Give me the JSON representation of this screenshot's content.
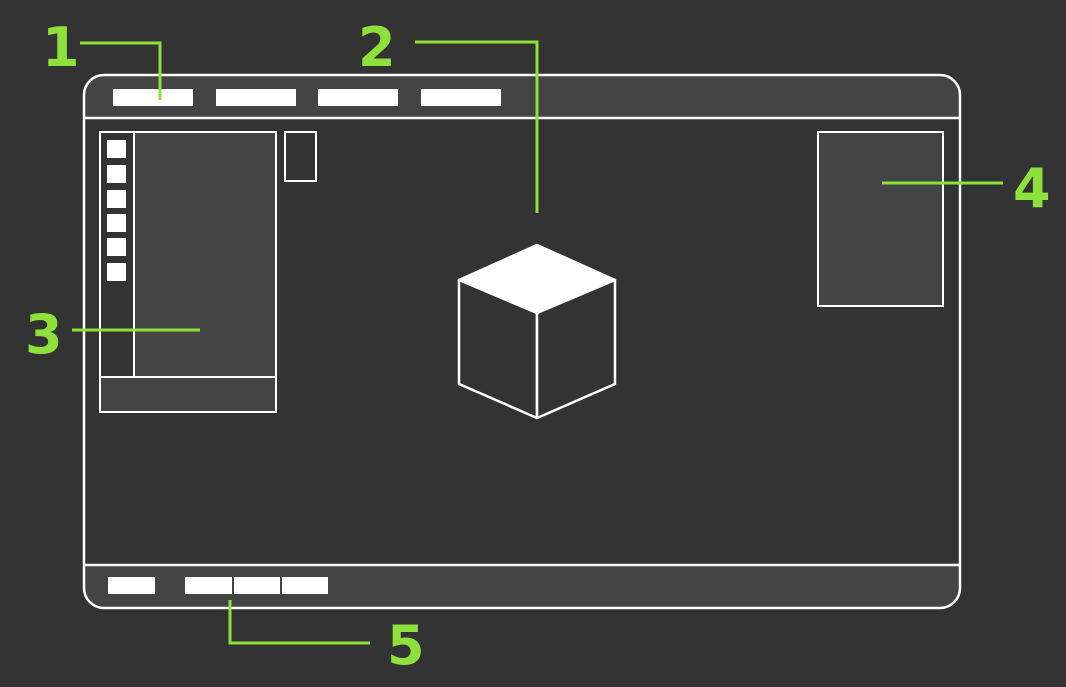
{
  "colors": {
    "background": "#333333",
    "panel_fill": "#444444",
    "outline": "#ffffff",
    "callout": "#8ee03a"
  },
  "callouts": [
    {
      "label": "1",
      "target": "top-menu-bar"
    },
    {
      "label": "2",
      "target": "3d-viewport"
    },
    {
      "label": "3",
      "target": "toolbar-panel"
    },
    {
      "label": "4",
      "target": "sidebar-panel"
    },
    {
      "label": "5",
      "target": "status-bar"
    }
  ],
  "viewport_object_icon": "cube-icon"
}
